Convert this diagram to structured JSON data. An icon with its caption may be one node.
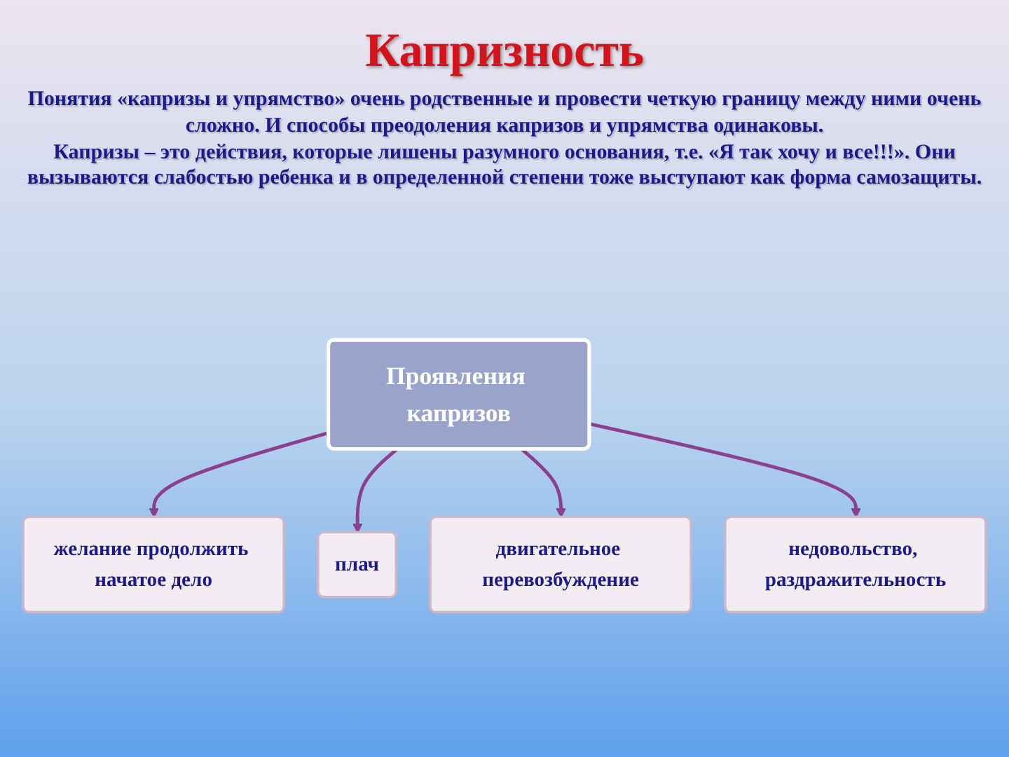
{
  "diagram": {
    "title": "Капризность",
    "nodes": [
      {
        "text": [
          "Проявления капризов"
        ]
      },
      {
        "text": [
          "желание продолжить начатое дело"
        ]
      },
      {
        "text": [
          "плач"
        ]
      },
      {
        "text": [
          "двигательное перевозбуждение"
        ]
      },
      {
        "text": [
          "недовольство, раздражительность"
        ]
      }
    ],
    "edges": [
      {
        "from": 0,
        "to": 1,
        "arrow": "to"
      },
      {
        "from": 0,
        "to": 2,
        "arrow": "to"
      },
      {
        "from": 0,
        "to": 3,
        "arrow": "to"
      },
      {
        "from": 0,
        "to": 4,
        "arrow": "to"
      }
    ],
    "labels": [
      "Понятия «капризы и упрямство» очень родственные и провести четкую границу между ними очень сложно. И способы преодоления капризов и упрямства одинаковы.",
      "Капризы – это действия, которые лишены разумного основания, т.е. «Я так хочу и все!!!». Они вызываются слабостью ребенка и в определенной степени тоже выступают как форма самозащиты."
    ]
  }
}
